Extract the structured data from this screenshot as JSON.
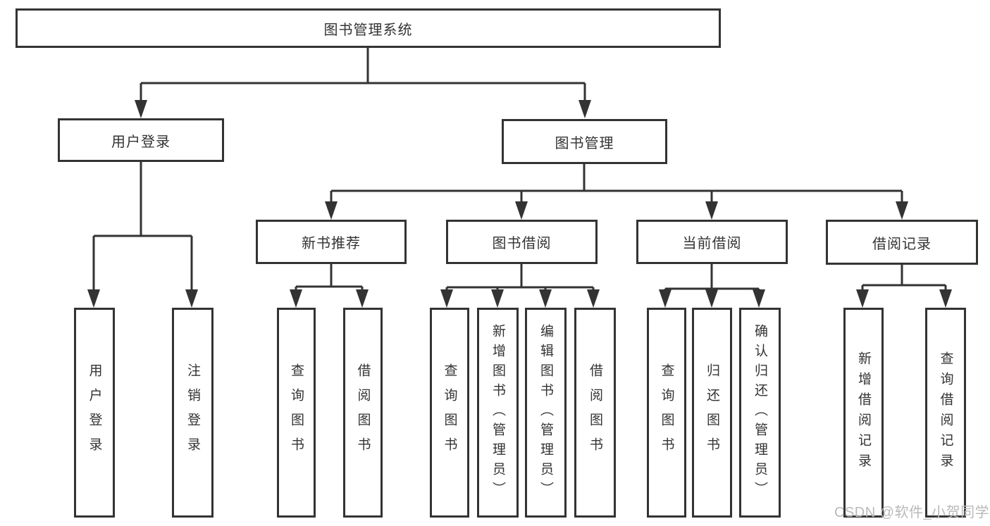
{
  "diagram": {
    "type": "hierarchy",
    "root": {
      "label": "图书管理系统"
    },
    "branches": [
      {
        "label": "用户登录",
        "children": [
          "用户登录",
          "注销登录"
        ]
      },
      {
        "label": "图书管理",
        "sections": [
          {
            "label": "新书推荐",
            "children": [
              "查询图书",
              "借阅图书"
            ]
          },
          {
            "label": "图书借阅",
            "children": [
              "查询图书",
              "新增图书（管理员）",
              "编辑图书（管理员）",
              "借阅图书"
            ]
          },
          {
            "label": "当前借阅",
            "children": [
              "查询图书",
              "归还图书",
              "确认归还（管理员）"
            ]
          },
          {
            "label": "借阅记录",
            "children": [
              "新增借阅记录",
              "查询借阅记录"
            ]
          }
        ]
      }
    ]
  },
  "watermark": {
    "text": "CSDN @软件_小贺同学"
  },
  "colors": {
    "line": "#333333",
    "text": "#333333",
    "background": "#ffffff",
    "watermark": "#b9b9b9"
  }
}
